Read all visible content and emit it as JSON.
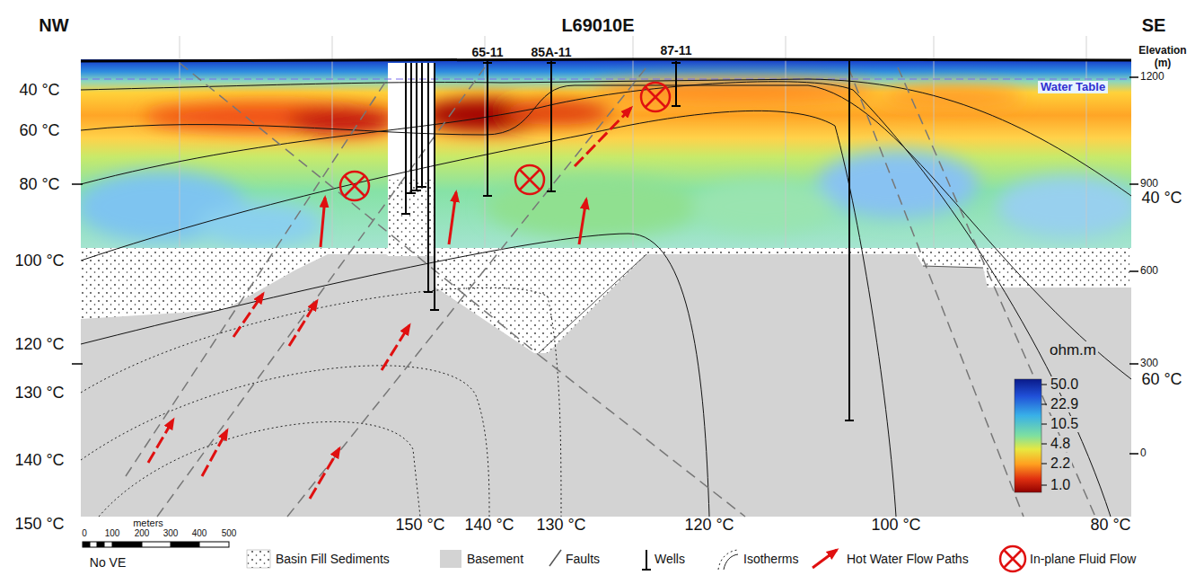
{
  "diagram": {
    "title": "L69010E",
    "labels": [
      "NW",
      "SE",
      "65-11",
      "85A-11",
      "87-11",
      "Elevation (m)",
      "Water Table",
      "40 °C",
      "60 °C",
      "80 °C",
      "100 °C",
      "120 °C",
      "130 °C",
      "140 °C",
      "150 °C",
      "1200",
      "900",
      "600",
      "300",
      "0",
      "40 °C",
      "60 °C",
      "150 °C",
      "140 °C",
      "130 °C",
      "120 °C",
      "100 °C",
      "80 °C",
      "ohm.m",
      "50.0",
      "22.9",
      "10.5",
      "4.8",
      "2.2",
      "1.0",
      "meters",
      "0",
      "100",
      "200",
      "300",
      "400",
      "500",
      "No VE"
    ],
    "legend": [
      {
        "text": "Basin Fill Sediments"
      },
      {
        "text": "Basement",
        "color": "#d3d3d3"
      },
      {
        "text": "Faults"
      },
      {
        "text": "Wells"
      },
      {
        "text": "Isotherms"
      },
      {
        "text": "Hot Water Flow Paths"
      },
      {
        "text": "In-plane Fluid Flow"
      }
    ]
  }
}
